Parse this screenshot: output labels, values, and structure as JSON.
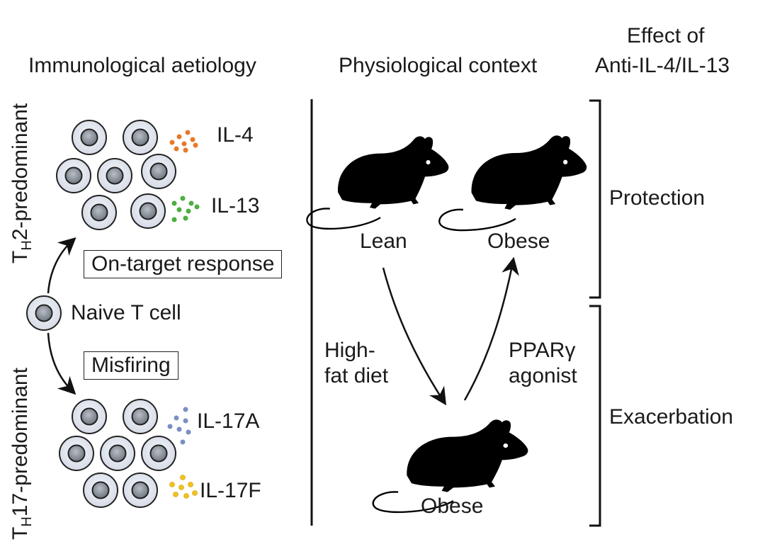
{
  "columns": {
    "left_heading": "Immunological aetiology",
    "middle_heading": "Physiological context",
    "right_heading_line1": "Effect of",
    "right_heading_line2": "Anti-IL-4/IL-13"
  },
  "left_panel": {
    "th2_side_label_prefix": "T",
    "th2_side_label_sub": "H",
    "th2_side_label_suffix": "2-predominant",
    "th17_side_label_prefix": "T",
    "th17_side_label_sub": "H",
    "th17_side_label_suffix": "17-predominant",
    "cytokine_il4": "IL-4",
    "cytokine_il13": "IL-13",
    "cytokine_il17a": "IL-17A",
    "cytokine_il17f": "IL-17F",
    "on_target_box": "On-target response",
    "misfiring_box": "Misfiring",
    "naive_label": "Naive T cell",
    "colors": {
      "il4": "#e8792b",
      "il13": "#4caf3f",
      "il17a": "#7b8fc4",
      "il17f": "#f2c21b"
    }
  },
  "middle_panel": {
    "mouse_lean_label": "Lean",
    "mouse_obese_top_label": "Obese",
    "mouse_obese_bottom_label": "Obese",
    "hfd_line1": "High-",
    "hfd_line2": "fat diet",
    "ppar_line1": "PPARγ",
    "ppar_line2": "agonist"
  },
  "right_panel": {
    "protection": "Protection",
    "exacerbation": "Exacerbation"
  }
}
